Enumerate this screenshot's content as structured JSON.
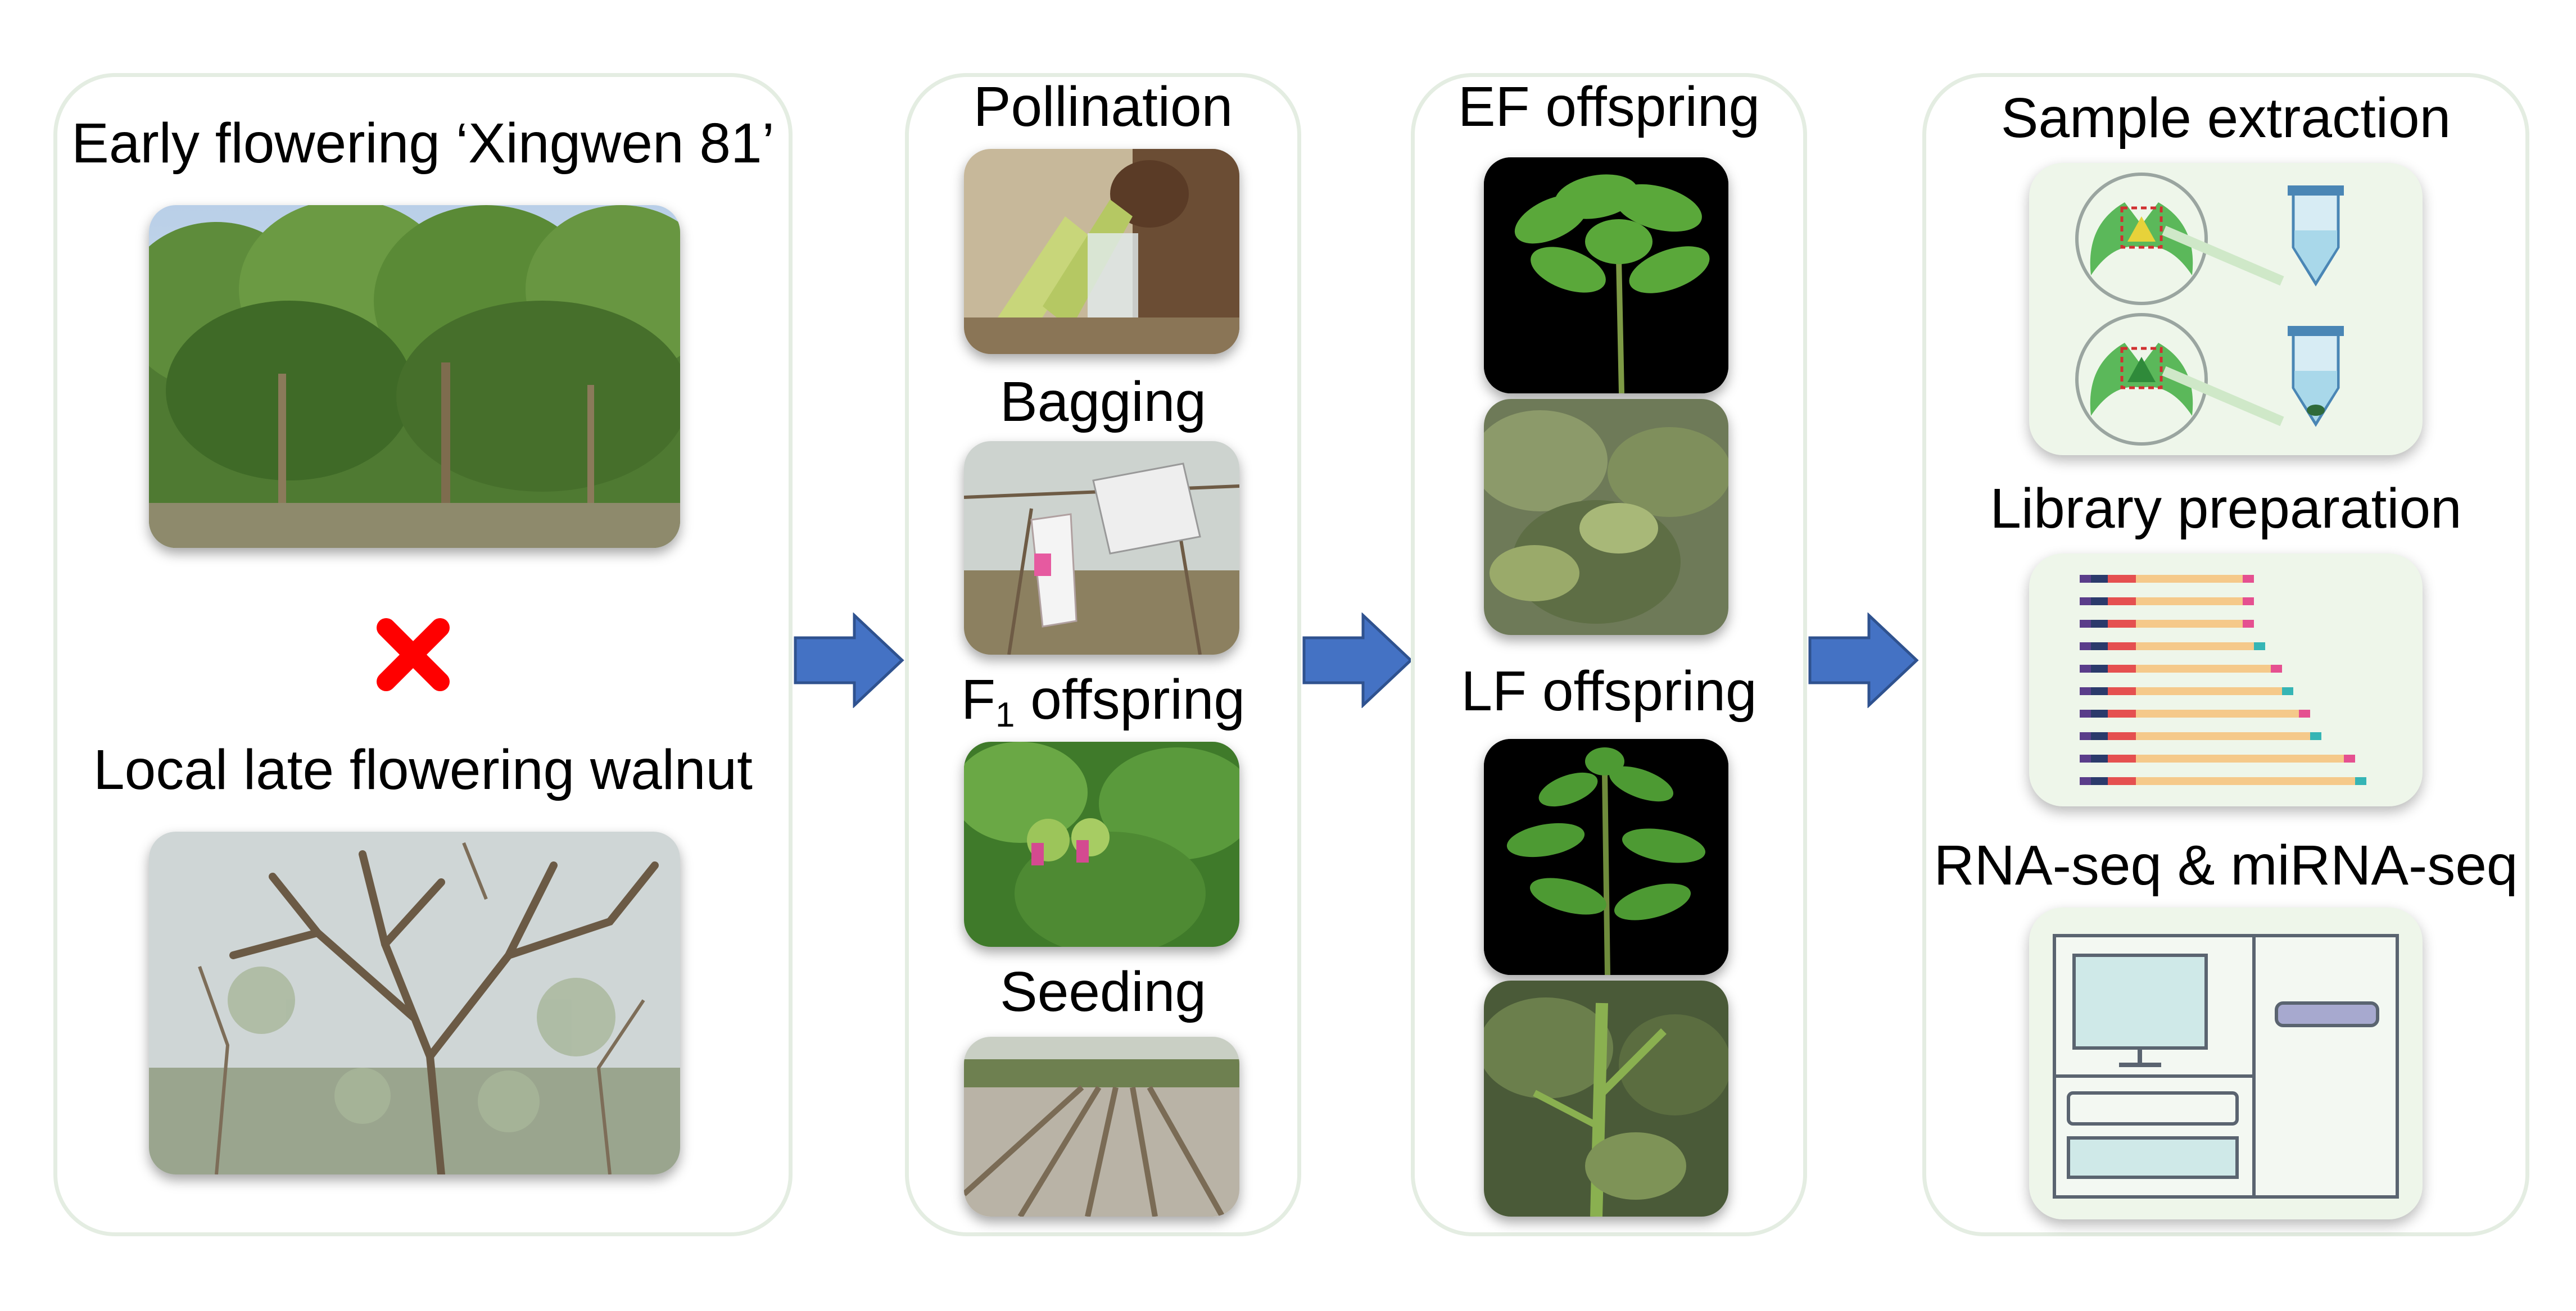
{
  "panel1": {
    "title_top": "Early flowering ‘Xingwen 81’",
    "title_bottom": "Local late flowering walnut",
    "cross_icon": "red-x-icon"
  },
  "panel2": {
    "pollination": "Pollination",
    "bagging": "Bagging",
    "f1_prefix": "F",
    "f1_sub": "1",
    "f1_suffix": " offspring",
    "seeding": "Seeding"
  },
  "panel3": {
    "ef": "EF offspring",
    "lf": "LF offspring"
  },
  "panel4": {
    "sample": "Sample extraction",
    "library": "Library preparation",
    "seq": "RNA-seq & miRNA-seq"
  },
  "colors": {
    "arrow": "#4472c4",
    "panel_border": "#e4ede2",
    "cross": "#ff0000",
    "card_bg": "#eef6ea",
    "leaf_green": "#5bb85a"
  }
}
